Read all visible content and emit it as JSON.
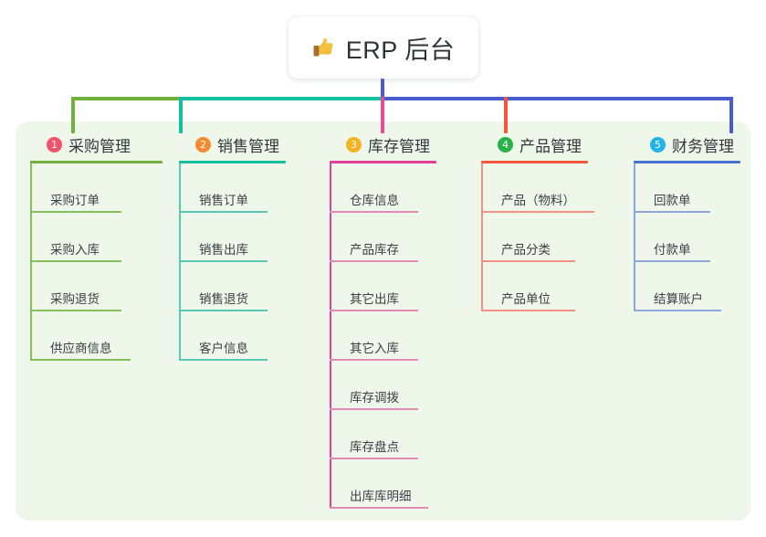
{
  "root": {
    "title": "ERP 后台",
    "icon": "thumbs-up-icon",
    "stem_color": "#4a5bd0"
  },
  "panel": {
    "background": "#eef7e9"
  },
  "bus": {
    "segments": [
      {
        "name": "bus-segment-green",
        "color": "#6fb03f"
      },
      {
        "name": "bus-segment-teal",
        "color": "#14bfa0"
      },
      {
        "name": "bus-segment-indigo",
        "color": "#4a5bd0"
      }
    ]
  },
  "columns": [
    {
      "number": "1",
      "title": "采购管理",
      "badge_color": "#f2536b",
      "rule_color": "#6fb03f",
      "line_color": "#84c05a",
      "drop_color": "#6fb03f",
      "items": [
        {
          "label": "采购订单"
        },
        {
          "label": "采购入库"
        },
        {
          "label": "采购退货"
        },
        {
          "label": "供应商信息"
        }
      ]
    },
    {
      "number": "2",
      "title": "销售管理",
      "badge_color": "#f58a32",
      "rule_color": "#14bfa0",
      "line_color": "#57c9b6",
      "drop_color": "#14bfa0",
      "items": [
        {
          "label": "销售订单"
        },
        {
          "label": "销售出库"
        },
        {
          "label": "销售退货"
        },
        {
          "label": "客户信息"
        }
      ]
    },
    {
      "number": "3",
      "title": "库存管理",
      "badge_color": "#f5b324",
      "rule_color": "#e0409a",
      "line_color": "#e88ab8",
      "drop_color": "#ec4896",
      "items": [
        {
          "label": "仓库信息"
        },
        {
          "label": "产品库存"
        },
        {
          "label": "其它出库"
        },
        {
          "label": "其它入库"
        },
        {
          "label": "库存调拨"
        },
        {
          "label": "库存盘点"
        },
        {
          "label": "出库库明细"
        }
      ]
    },
    {
      "number": "4",
      "title": "产品管理",
      "badge_color": "#27b34a",
      "rule_color": "#f4553f",
      "line_color": "#f59184",
      "drop_color": "#f4553f",
      "items": [
        {
          "label": "产品（物料）"
        },
        {
          "label": "产品分类"
        },
        {
          "label": "产品单位"
        }
      ]
    },
    {
      "number": "5",
      "title": "财务管理",
      "badge_color": "#22b4e8",
      "rule_color": "#4a72d0",
      "line_color": "#8fa9dd",
      "drop_color": "#4a5bd0",
      "items": [
        {
          "label": "回款单"
        },
        {
          "label": "付款单"
        },
        {
          "label": "结算账户"
        }
      ]
    }
  ]
}
